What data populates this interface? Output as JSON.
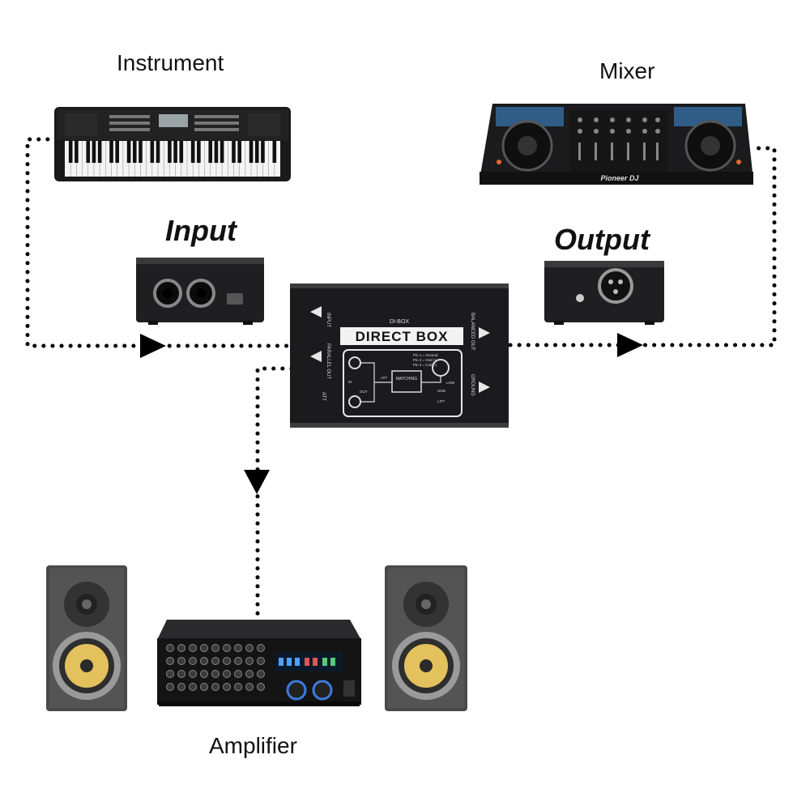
{
  "labels": {
    "instrument": "Instrument",
    "mixer": "Mixer",
    "input": "Input",
    "output": "Output",
    "amplifier": "Amplifier"
  },
  "direct_box": {
    "top_small": "DI-BOX",
    "title": "DIRECT BOX",
    "left_label_1": "INPUT",
    "left_label_2": "PARALLEL OUT",
    "left_label_3": "ATT",
    "right_label_1": "BALANCED OUT",
    "right_label_2": "GROUND",
    "schematic_center": "MATCHING",
    "schematic_pins": [
      "Pin 1 = Ground",
      "Pin 2 = Hot(+)",
      "Pin 3 = Cold(-)"
    ],
    "schematic_in": "IN",
    "schematic_out": "OUT",
    "schematic_att": "ATT",
    "schematic_low": "LOW",
    "schematic_gnd": "GND",
    "schematic_lift": "LIFT"
  },
  "mixer_brand": "Pioneer DJ",
  "colors": {
    "device_body": "#1d1d1f",
    "device_face": "#2a2a2c",
    "speaker_wood": "#4a4a4a",
    "woofer_cone": "#e3c15c",
    "connector_line": "#000000"
  },
  "icons": [
    "keyboard-icon",
    "dj-mixer-icon",
    "input-box-icon",
    "output-box-icon",
    "direct-box-icon",
    "amplifier-icon",
    "speaker-icon",
    "arrow-right-icon",
    "arrow-down-icon"
  ]
}
